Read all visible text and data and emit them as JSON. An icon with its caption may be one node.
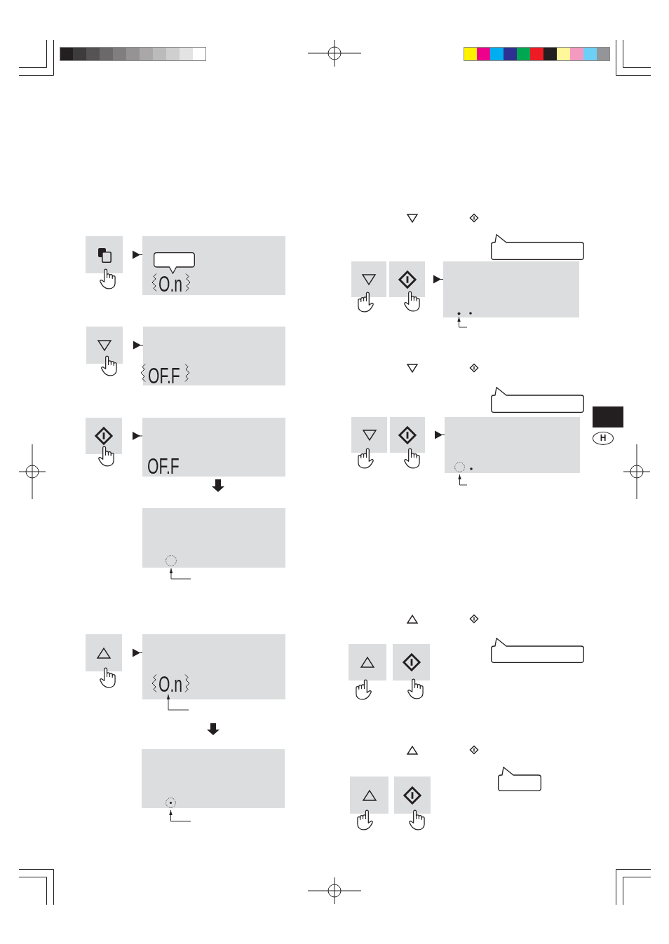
{
  "diagram": {
    "nodes": [
      {
        "text": [],
        "shape": "box"
      },
      {
        "text": [
          "O.n"
        ]
      },
      {
        "text": [],
        "shape": "callout",
        "in": 1
      },
      {
        "text": [],
        "shape": "box"
      },
      {
        "text": [
          "OF.F"
        ]
      },
      {
        "text": [],
        "shape": "box"
      },
      {
        "text": [
          "OF.F"
        ]
      },
      {
        "text": [],
        "shape": "box"
      },
      {
        "text": [],
        "shape": "circle",
        "in": 7
      },
      {
        "text": [],
        "shape": "box"
      },
      {
        "text": [
          "O.n"
        ]
      },
      {
        "text": [],
        "shape": "box"
      },
      {
        "text": [],
        "shape": "circle",
        "in": 11
      },
      {
        "text": [],
        "shape": "callout"
      },
      {
        "text": [],
        "shape": "box"
      },
      {
        "text": [],
        "shape": "box"
      },
      {
        "text": [],
        "shape": "box"
      },
      {
        "text": [],
        "shape": "dot",
        "in": 16
      },
      {
        "text": [],
        "shape": "callout"
      },
      {
        "text": [],
        "shape": "box"
      },
      {
        "text": [],
        "shape": "box"
      },
      {
        "text": [],
        "shape": "box"
      },
      {
        "text": [],
        "shape": "circle",
        "in": 21
      },
      {
        "text": [],
        "shape": "callout"
      },
      {
        "text": [],
        "shape": "box"
      },
      {
        "text": [],
        "shape": "box"
      },
      {
        "text": [],
        "shape": "callout"
      },
      {
        "text": [],
        "shape": "box"
      },
      {
        "text": [],
        "shape": "box"
      },
      {
        "text": [
          "H"
        ]
      }
    ],
    "edges": [
      {
        "from": 0,
        "to": 1,
        "arrow": "to"
      },
      {
        "from": 3,
        "to": 4,
        "arrow": "to"
      },
      {
        "from": 5,
        "to": 6,
        "arrow": "to"
      },
      {
        "from": 6,
        "to": 7,
        "arrow": "to",
        "style": "thick"
      },
      {
        "from": null,
        "to": 8,
        "arrow": "to"
      },
      {
        "from": 9,
        "to": 10,
        "arrow": "to"
      },
      {
        "from": null,
        "to": 10,
        "arrow": "to"
      },
      {
        "from": 10,
        "to": 11,
        "arrow": "to",
        "style": "thick"
      },
      {
        "from": null,
        "to": 12,
        "arrow": "to"
      },
      {
        "from": 15,
        "to": 16,
        "arrow": "to"
      },
      {
        "from": null,
        "to": 17,
        "arrow": "to"
      },
      {
        "from": 20,
        "to": 21,
        "arrow": "to"
      },
      {
        "from": null,
        "to": 22,
        "arrow": "to"
      }
    ]
  }
}
